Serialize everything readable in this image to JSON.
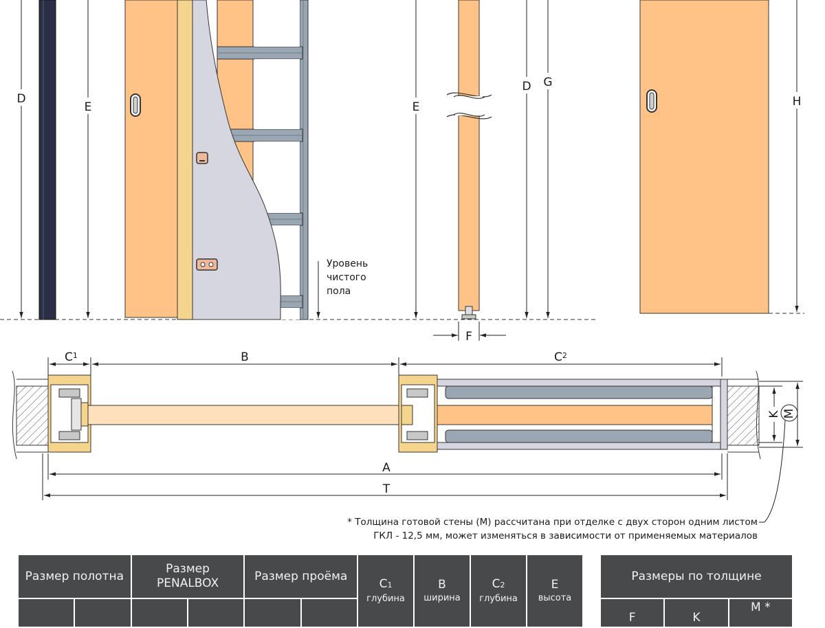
{
  "labels": {
    "D_left": "D",
    "E_left": "E",
    "E_mid": "E",
    "D_mid": "D",
    "G": "G",
    "H": "H",
    "F": "F",
    "C1": "C",
    "C1_sub": "1",
    "B": "B",
    "C2": "C",
    "C2_sub": "2",
    "A": "A",
    "T": "T",
    "K": "K",
    "M": "M"
  },
  "floor_label": [
    "Уровень",
    "чистого",
    "пола"
  ],
  "note": {
    "line1": "* Толщина готовой стены (М) рассчитана при отделке с двух сторон одним листом",
    "line2": "ГКЛ - 12,5 мм, может изменяться в зависимости от применяемых материалов"
  },
  "table_left": {
    "h_door": "Размер полотна",
    "h_penal_1": "Размер",
    "h_penal_2": "PENALBOX",
    "h_opening": "Размер  проёма",
    "c1_letter": "C",
    "c1_sub": "1",
    "c1_desc": "глубина",
    "b_letter": "B",
    "b_desc": "ширина",
    "c2_letter": "C",
    "c2_sub": "2",
    "c2_desc": "глубина",
    "e_letter": "E",
    "e_desc": "высота"
  },
  "table_right": {
    "h_thickness": "Размеры по толщине",
    "f": "F",
    "k": "K",
    "m": "M *"
  },
  "colors": {
    "door": "#ffc387",
    "frame_wood": "#f5d48e",
    "gypsum": "#d6d6e0",
    "steel": "#9aa6b2",
    "dark_profile": "#2b2f45",
    "table_bg": "#48494b"
  }
}
